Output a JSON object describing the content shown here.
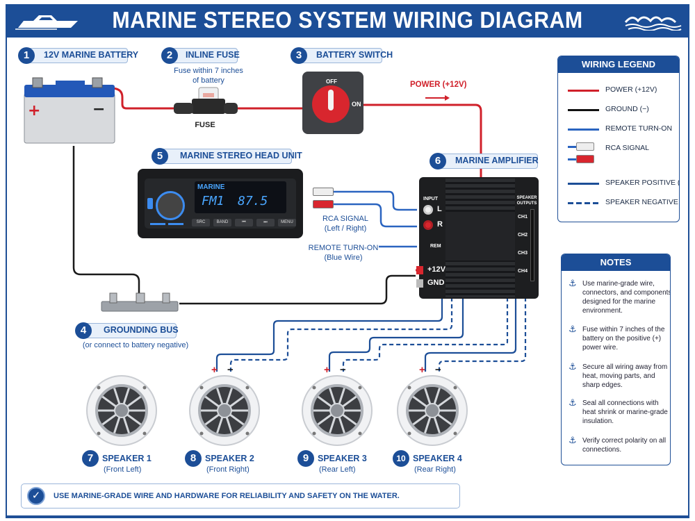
{
  "header": {
    "title": "MARINE STEREO SYSTEM WIRING DIAGRAM",
    "left_icon": "boat-icon",
    "right_icon": "waves-icon"
  },
  "components": {
    "battery": {
      "number": "1",
      "label": "12V MARINE BATTERY",
      "plus": "+",
      "minus": "−"
    },
    "fuse": {
      "number": "2",
      "label": "INLINE FUSE",
      "note_line1": "Fuse within 7 inches",
      "note_line2": "of battery",
      "caption": "FUSE"
    },
    "switch": {
      "number": "3",
      "label": "BATTERY SWITCH",
      "off": "OFF",
      "on": "ON"
    },
    "grounding_bus": {
      "number": "4",
      "label": "GROUNDING BUS",
      "note": "(or connect to battery negative)"
    },
    "head_unit": {
      "number": "5",
      "label": "MARINE STEREO HEAD UNIT",
      "display_brand": "MARINE",
      "display_band": "FM1",
      "display_freq": "87.5",
      "buttons": [
        "SRC",
        "BAND",
        "⏮",
        "⏭",
        "MENU"
      ]
    },
    "amplifier": {
      "number": "6",
      "label": "MARINE AMPLIFIER",
      "input_label": "INPUT",
      "left": "L",
      "right": "R",
      "rem": "REM",
      "power": "+12V",
      "ground": "GND",
      "outputs_label_1": "SPEAKER",
      "outputs_label_2": "OUTPUTS",
      "channels": [
        "CH1",
        "CH2",
        "CH3",
        "CH4"
      ]
    }
  },
  "annotations": {
    "power": "POWER (+12V)",
    "rca_line1": "RCA SIGNAL",
    "rca_line2": "(Left / Right)",
    "remote_line1": "REMOTE TURN-ON",
    "remote_line2": "(Blue Wire)"
  },
  "speakers": [
    {
      "number": "7",
      "label": "SPEAKER 1",
      "position": "(Front Left)"
    },
    {
      "number": "8",
      "label": "SPEAKER 2",
      "position": "(Front Right)"
    },
    {
      "number": "9",
      "label": "SPEAKER 3",
      "position": "(Rear Left)"
    },
    {
      "number": "10",
      "label": "SPEAKER 4",
      "position": "(Rear Right)"
    }
  ],
  "legend": {
    "title": "WIRING LEGEND",
    "items": [
      {
        "label": "POWER (+12V)",
        "color": "#d0202a",
        "style": "solid"
      },
      {
        "label": "GROUND (−)",
        "color": "#111111",
        "style": "solid"
      },
      {
        "label": "REMOTE TURN-ON",
        "color": "#2a64c0",
        "style": "solid"
      },
      {
        "label": "RCA SIGNAL",
        "color": "#2a64c0",
        "style": "rca"
      },
      {
        "label": "SPEAKER POSITIVE (+)",
        "color": "#1c4e97",
        "style": "solid"
      },
      {
        "label": "SPEAKER NEGATIVE (−)",
        "color": "#1c4e97",
        "style": "dashed"
      }
    ]
  },
  "notes": {
    "title": "NOTES",
    "items": [
      "Use marine-grade wire, connectors, and components designed for the marine environment.",
      "Fuse within 7 inches of the battery on the positive (+) power wire.",
      "Secure all wiring away from heat, moving parts, and sharp edges.",
      "Seal all connections with heat shrink or marine-grade insulation.",
      "Verify correct polarity on all connections."
    ]
  },
  "banner": {
    "text": "USE MARINE-GRADE WIRE AND HARDWARE FOR RELIABILITY AND SAFETY ON THE WATER.",
    "icon": "checkmark-icon"
  },
  "colors": {
    "brand_blue": "#1c4e97",
    "power_red": "#d0202a",
    "ground_black": "#111111",
    "signal_blue": "#2a64c0"
  }
}
